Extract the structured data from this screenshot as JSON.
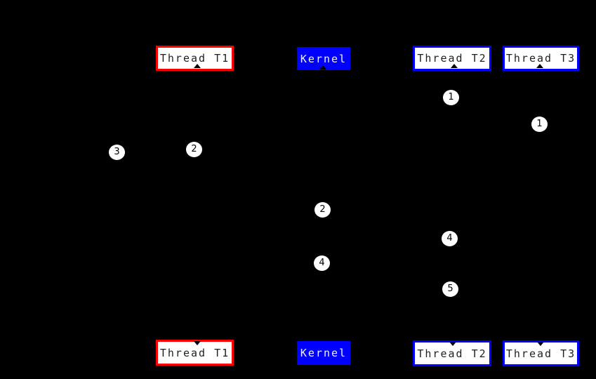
{
  "colors": {
    "background": "#000000",
    "thread_t1_border": "#ff0000",
    "thread_t2_t3_border": "#0000ff",
    "kernel_fill": "#0000ff",
    "box_fill": "#ffffff",
    "box_text": "#1f1f1f",
    "kernel_text": "#f2f2f2",
    "marker_fill": "#ffffff",
    "marker_text": "#000000"
  },
  "actors": {
    "top": [
      {
        "label": "Thread T1",
        "style": "red-outline"
      },
      {
        "label": "Kernel",
        "style": "blue-fill"
      },
      {
        "label": "Thread T2",
        "style": "blue-outline"
      },
      {
        "label": "Thread T3",
        "style": "blue-outline"
      }
    ],
    "bottom": [
      {
        "label": "Thread T1",
        "style": "red-outline"
      },
      {
        "label": "Kernel",
        "style": "blue-fill"
      },
      {
        "label": "Thread T2",
        "style": "blue-outline"
      },
      {
        "label": "Thread T3",
        "style": "blue-outline"
      }
    ]
  },
  "markers": [
    "1",
    "1",
    "3",
    "2",
    "2",
    "4",
    "4",
    "5"
  ]
}
